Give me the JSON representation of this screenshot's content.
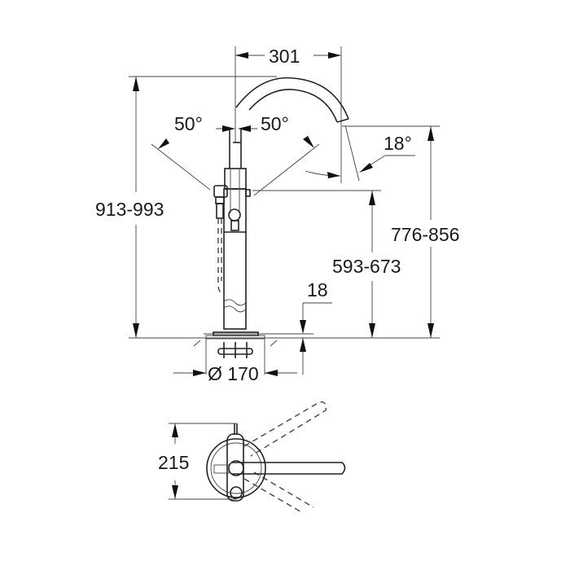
{
  "drawing": {
    "title": "Freestanding bath mixer dimension drawing",
    "views": [
      "side-elevation",
      "top-plan"
    ],
    "dimensions": {
      "spout_reach": "301",
      "swivel_left": "50°",
      "swivel_right": "50°",
      "outlet_angle": "18°",
      "total_height": "913-993",
      "outlet_height": "776-856",
      "handle_height": "593-673",
      "base_plate_thickness": "18",
      "base_diameter": "Ø 170",
      "plan_depth": "215"
    },
    "colors": {
      "line": "#333333",
      "background": "#ffffff"
    }
  }
}
